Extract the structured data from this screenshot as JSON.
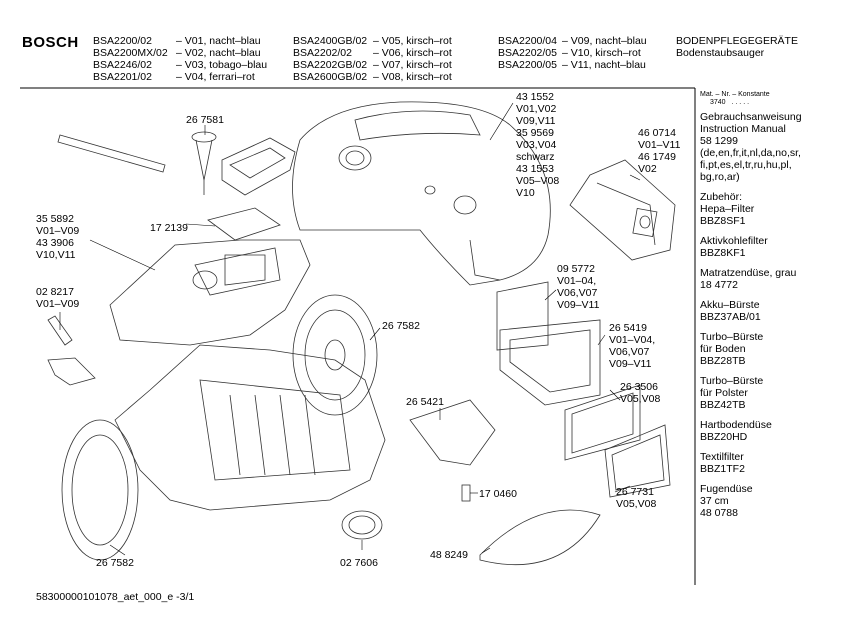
{
  "brand": "BOSCH",
  "models": {
    "col1": [
      "BSA2200/02",
      "BSA2200MX/02",
      "BSA2246/02",
      "BSA2201/02"
    ],
    "col2": [
      "– V01, nacht–blau",
      "– V02, nacht–blau",
      "– V03, tobago–blau",
      "– V04, ferrari–rot"
    ],
    "col3": [
      "BSA2400GB/02",
      "BSA2202/02",
      "BSA2202GB/02",
      "BSA2600GB/02"
    ],
    "col4": [
      "– V05, kirsch–rot",
      "– V06, kirsch–rot",
      "– V07, kirsch–rot",
      "– V08, kirsch–rot"
    ],
    "col5": [
      "BSA2200/04",
      "BSA2202/05",
      "BSA2200/05"
    ],
    "col6": [
      "– V09, nacht–blau",
      "– V10, kirsch–rot",
      "– V11, nacht–blau"
    ]
  },
  "category": [
    "BODENPFLEGEGERÄTE",
    "Bodenstaubsauger"
  ],
  "sidebar": {
    "konst_header": "Mat. – Nr. – Konstante",
    "konst_value": "3740",
    "konst_dots": ". . . . .",
    "blocks": [
      [
        "Gebrauchsanweisung",
        "Instruction Manual",
        "58 1299",
        "(de,en,fr,it,nl,da,no,sr,",
        "fi,pt,es,el,tr,ru,hu,pl,",
        "bg,ro,ar)"
      ],
      [
        "Zubehör:",
        "Hepa–Filter",
        "BBZ8SF1"
      ],
      [
        "Aktivkohlefilter",
        "BBZ8KF1"
      ],
      [
        "Matratzendüse, grau",
        "18 4772"
      ],
      [
        "Akku–Bürste",
        "BBZ37AB/01"
      ],
      [
        "Turbo–Bürste",
        "für Boden",
        "BBZ28TB"
      ],
      [
        "Turbo–Bürste",
        "für Polster",
        "BBZ42TB"
      ],
      [
        "Hartbodendüse",
        "BBZ20HD"
      ],
      [
        "Textilfilter",
        "BBZ1TF2"
      ],
      [
        "Fugendüse",
        "37 cm",
        "48 0788"
      ]
    ]
  },
  "parts": {
    "p431552": [
      "43 1552",
      "V01,V02",
      "V09,V11",
      "35 9569",
      "V03,V04",
      "schwarz",
      "43 1553",
      "V05–V08",
      "V10"
    ],
    "p460714": [
      "46 0714",
      "V01–V11",
      "46 1749",
      "V02"
    ],
    "p267581": "26 7581",
    "p172139": "17 2139",
    "p355892": [
      "35 5892",
      "V01–V09",
      "43 3906",
      "V10,V11"
    ],
    "p028217": [
      "02 8217",
      "V01–V09"
    ],
    "p095772": [
      "09 5772",
      "V01–04,",
      "V06,V07",
      "V09–V11"
    ],
    "p267582a": "26 7582",
    "p265419": [
      "26 5419",
      "V01–V04,",
      "V06,V07",
      "V09–V11"
    ],
    "p263506": [
      "26 3506",
      "V05,V08"
    ],
    "p265421": "26 5421",
    "p170460": "17 0460",
    "p267731": [
      "26 7731",
      "V05,V08"
    ],
    "p267582b": "26 7582",
    "p027606": "02 7606",
    "p488249": "48 8249"
  },
  "footer": "58300000101078_aet_000_e -3/1"
}
